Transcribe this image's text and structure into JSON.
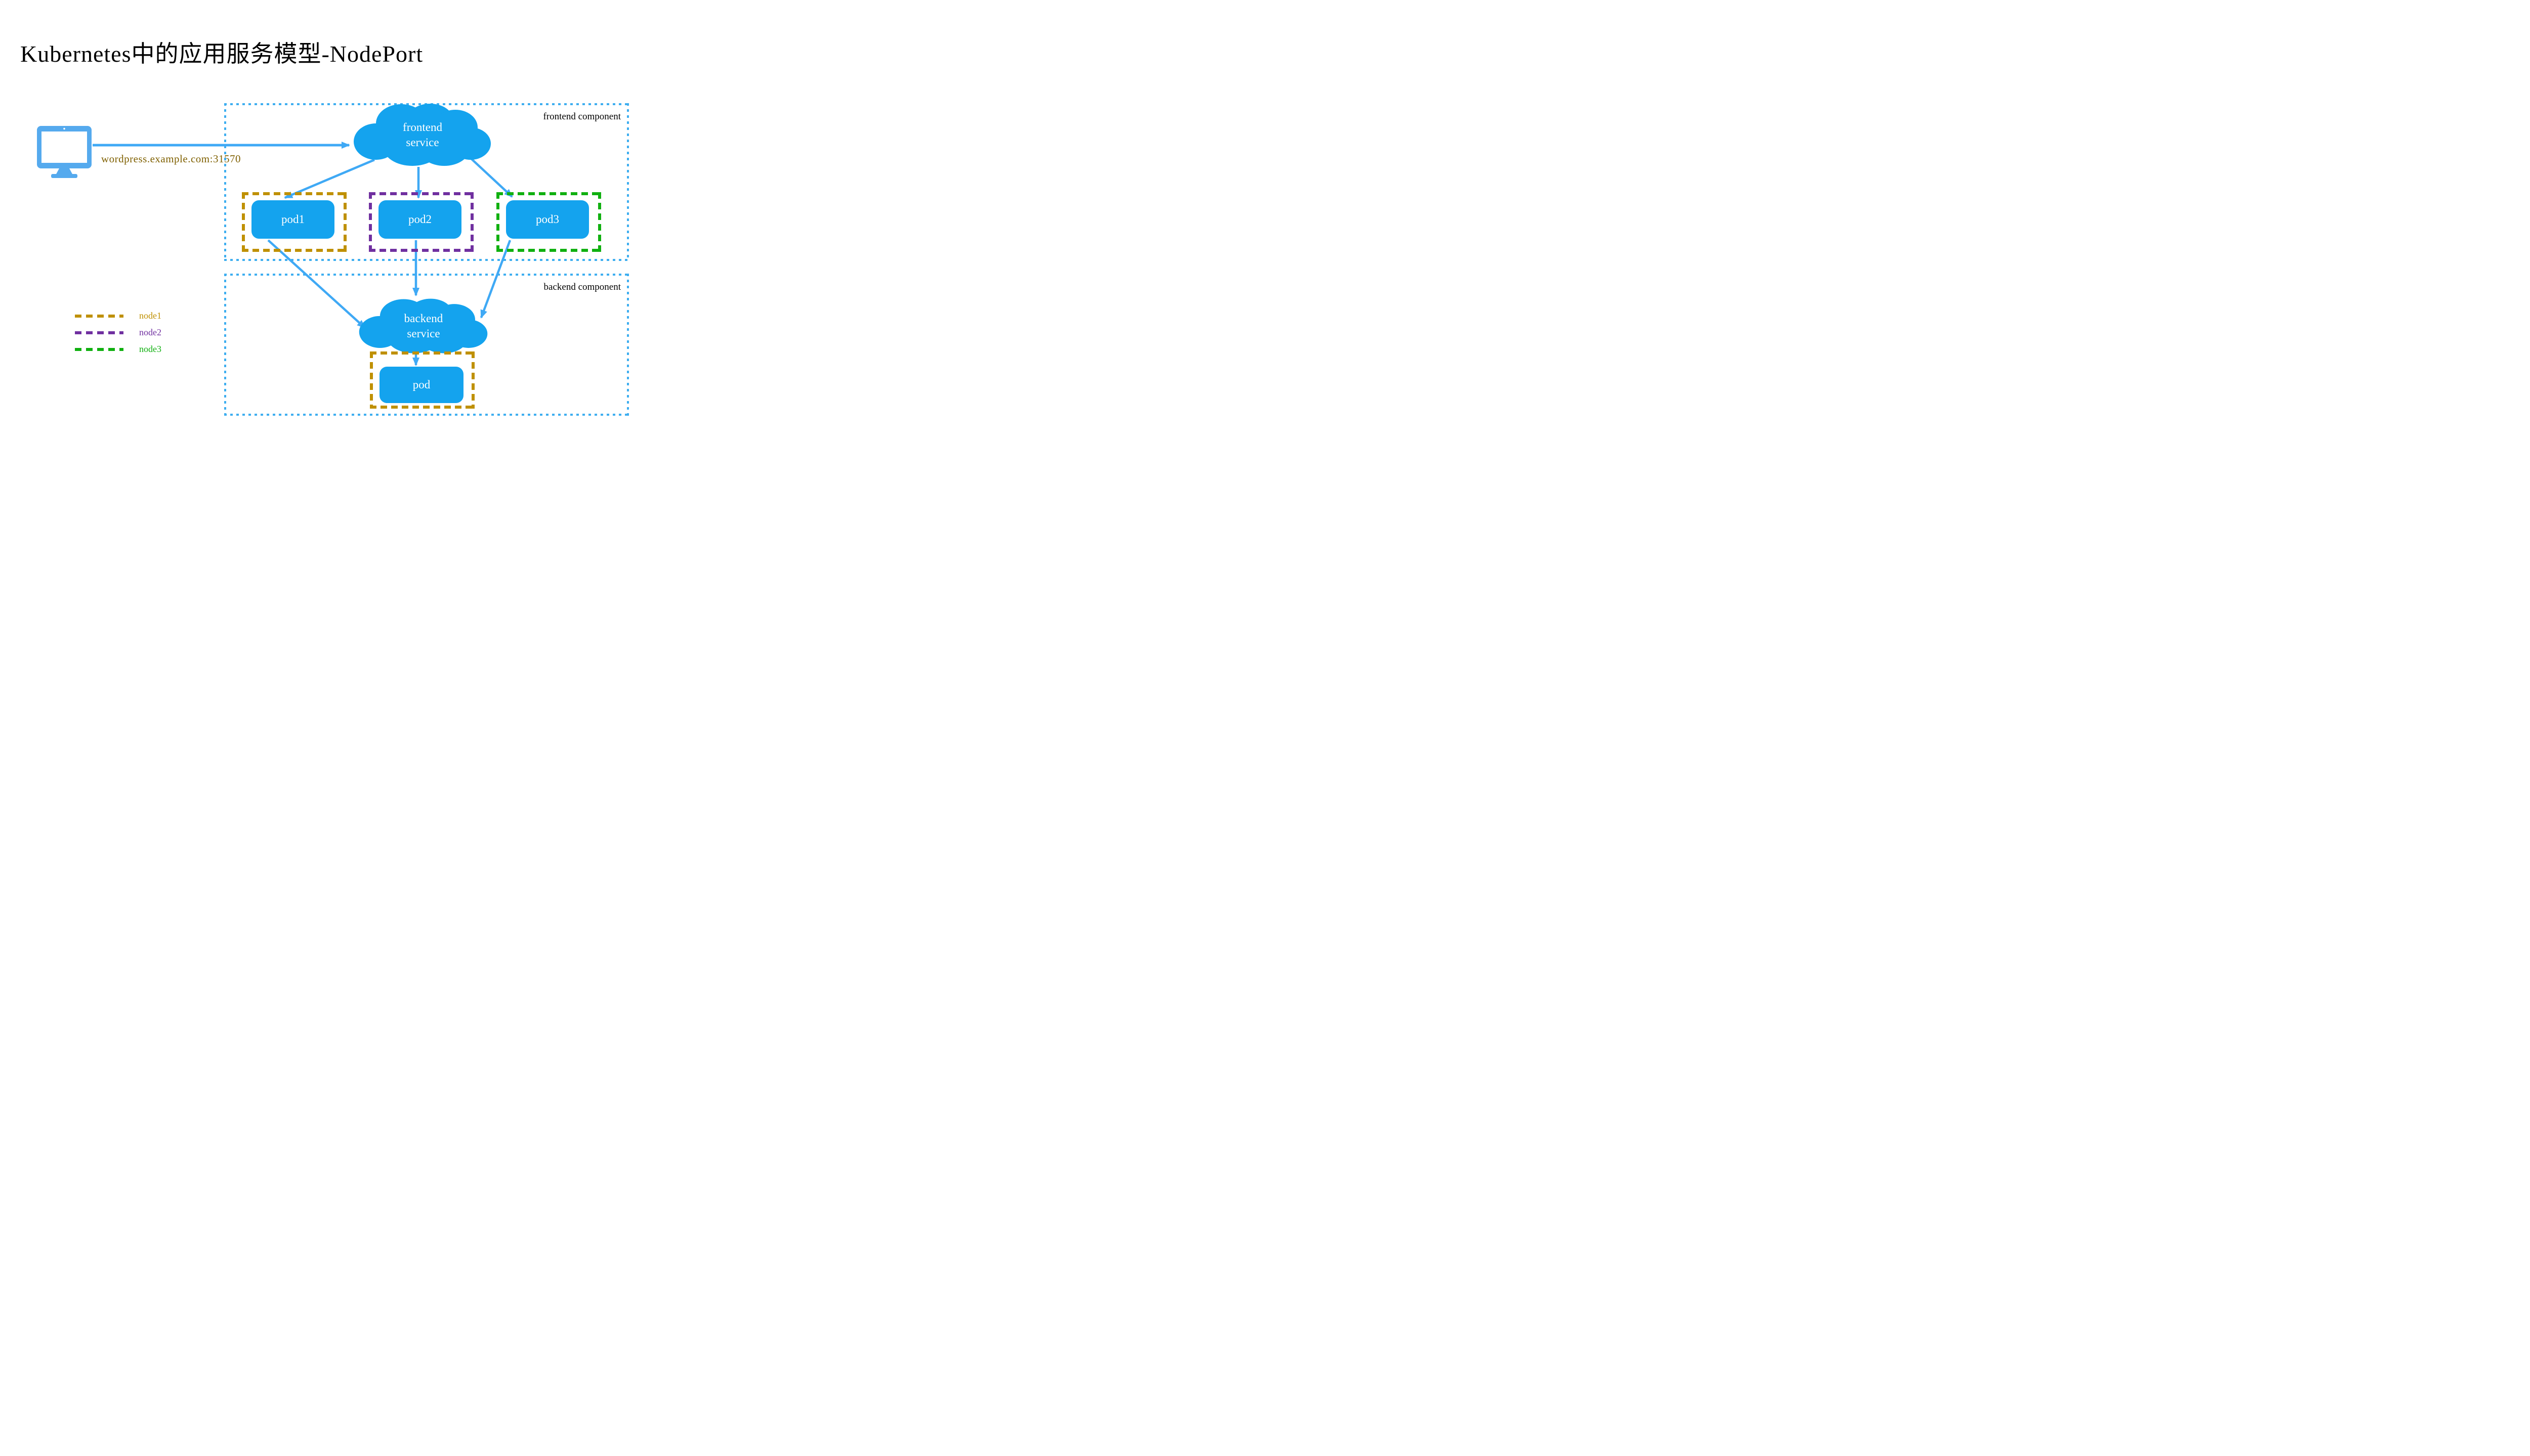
{
  "title": "Kubernetes中的应用服务模型-NodePort",
  "client": {
    "icon": "desktop-monitor-icon",
    "address": "wordpress.example.com:31570"
  },
  "frontend": {
    "component_label": "frontend component",
    "service": {
      "line1": "frontend",
      "line2": "service"
    },
    "pods": [
      {
        "label": "pod1",
        "node": "node1"
      },
      {
        "label": "pod2",
        "node": "node2"
      },
      {
        "label": "pod3",
        "node": "node3"
      }
    ]
  },
  "backend": {
    "component_label": "backend component",
    "service": {
      "line1": "backend",
      "line2": "service"
    },
    "pod": {
      "label": "pod",
      "node": "node1"
    }
  },
  "legend": {
    "items": [
      {
        "label": "node1",
        "color": "#bf9000"
      },
      {
        "label": "node2",
        "color": "#7030a0"
      },
      {
        "label": "node3",
        "color": "#10b010"
      }
    ]
  },
  "colors": {
    "service_cloud": "#14a3ee",
    "pod_fill": "#14a3ee",
    "arrow": "#3fa9f5",
    "component_border": "#3eaef0",
    "monitor": "#55aaee",
    "url_text": "#7f6000",
    "title_text": "#000000"
  }
}
